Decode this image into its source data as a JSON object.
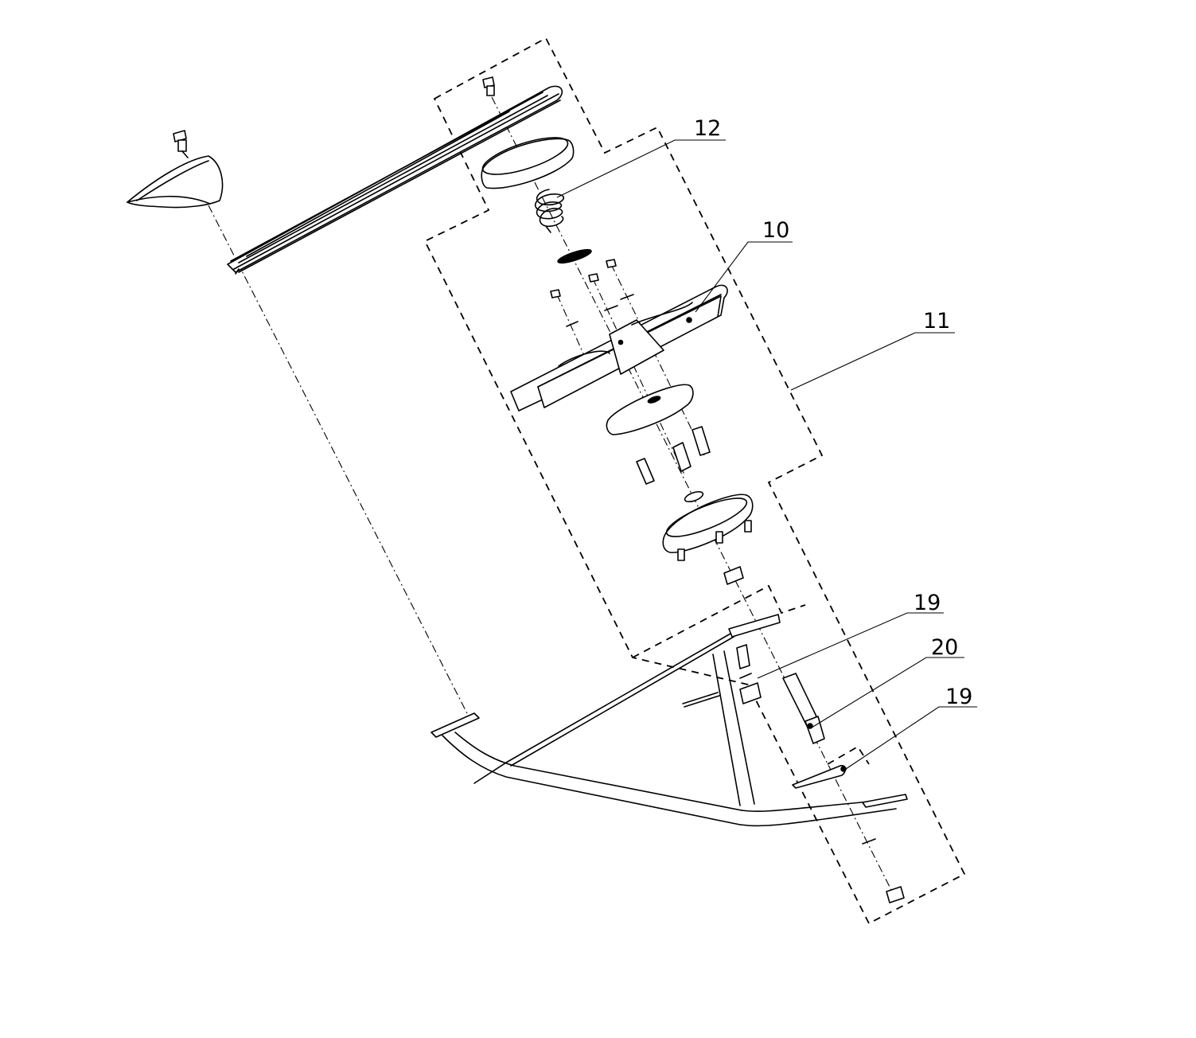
{
  "callouts": {
    "c12": "12",
    "c10": "10",
    "c11": "11",
    "c19a": "19",
    "c20": "20",
    "c19b": "19"
  },
  "colors": {
    "line": "#000000",
    "background": "#ffffff"
  }
}
